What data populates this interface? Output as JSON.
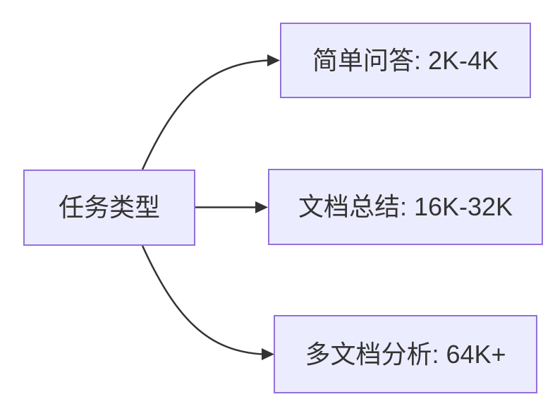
{
  "diagram": {
    "type": "flowchart-left-to-right",
    "root": {
      "id": "task-type",
      "label": "任务类型"
    },
    "branches": [
      {
        "id": "simple-qa",
        "label": "简单问答: 2K-4K"
      },
      {
        "id": "doc-summary",
        "label": "文档总结: 16K-32K"
      },
      {
        "id": "multi-doc",
        "label": "多文档分析: 64K+"
      }
    ],
    "edges": [
      {
        "from": "task-type",
        "to": "simple-qa"
      },
      {
        "from": "task-type",
        "to": "doc-summary"
      },
      {
        "from": "task-type",
        "to": "multi-doc"
      }
    ],
    "colors": {
      "node_fill": "#ECECFF",
      "node_border": "#9370DB",
      "edge": "#333333",
      "text": "#333333",
      "background": "#FFFFFF"
    }
  }
}
